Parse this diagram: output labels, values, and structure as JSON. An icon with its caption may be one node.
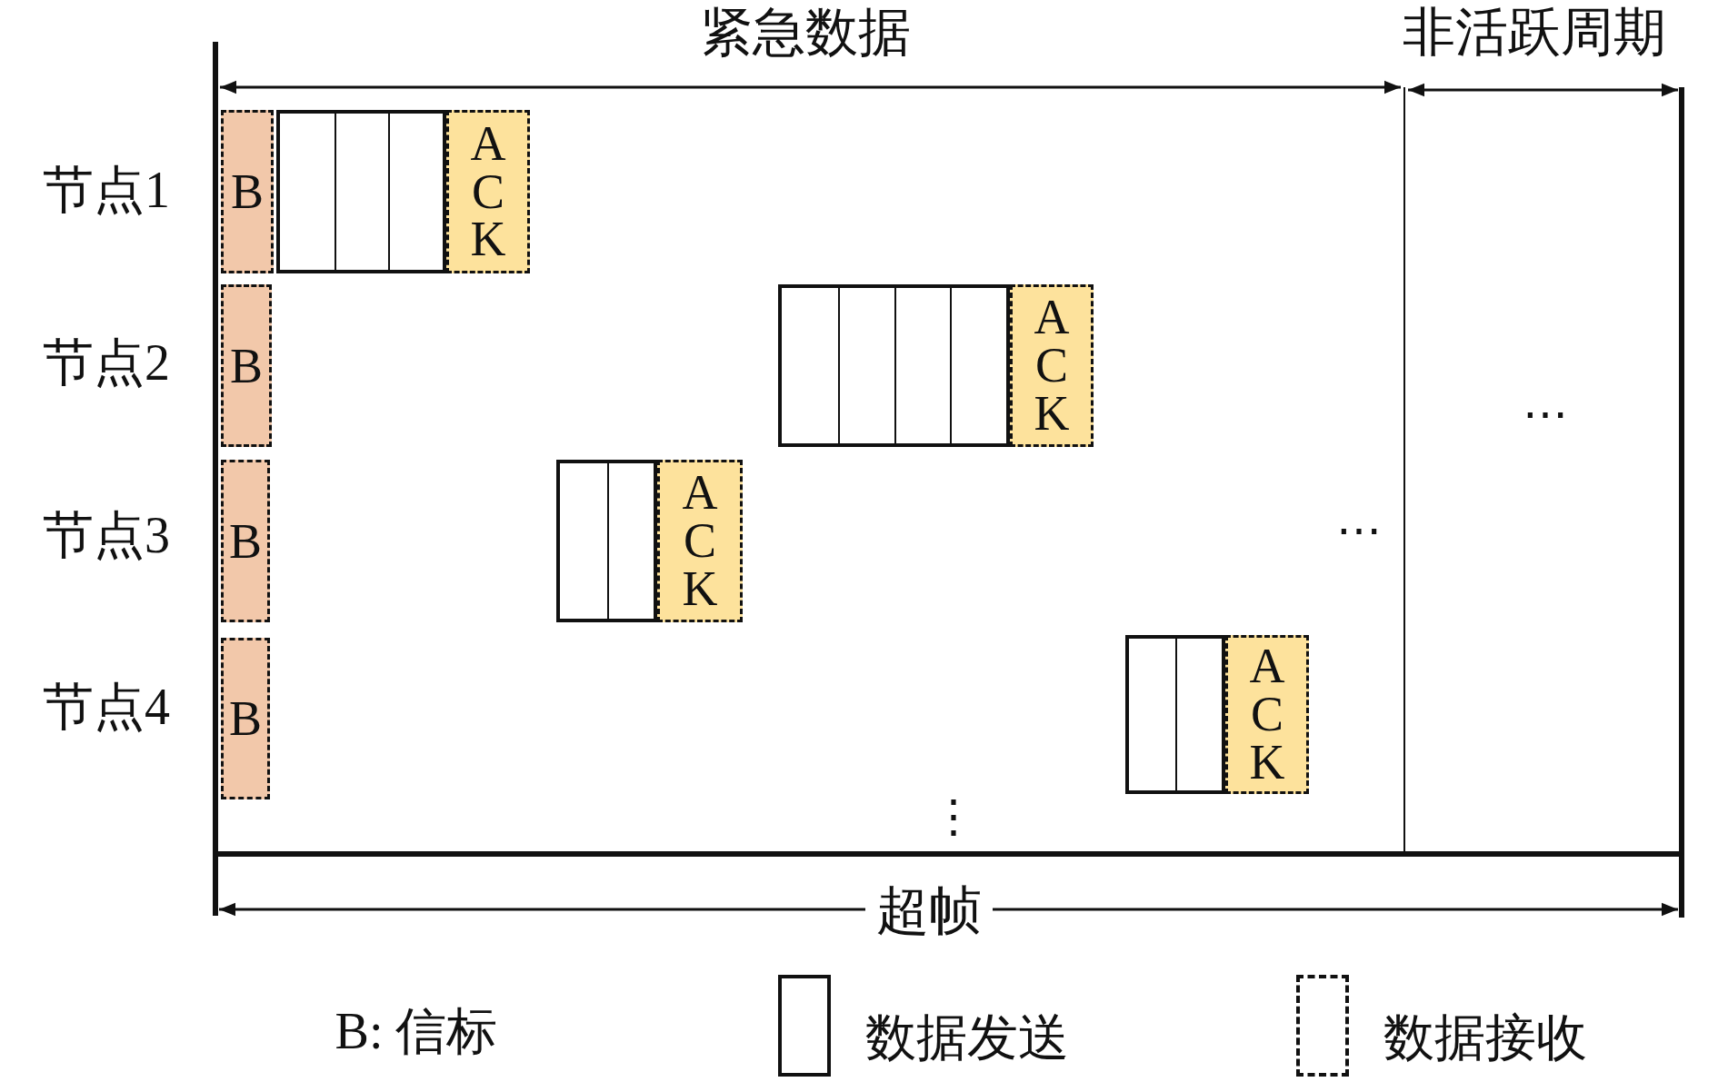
{
  "diagram": {
    "nodes": [
      {
        "text": [
          "B"
        ]
      },
      {
        "text": [],
        "shape": "box"
      },
      {
        "text": [
          "ACK"
        ]
      },
      {
        "text": [
          "B"
        ]
      },
      {
        "text": [],
        "shape": "box"
      },
      {
        "text": [
          "ACK"
        ]
      },
      {
        "text": [
          "B"
        ]
      },
      {
        "text": [],
        "shape": "box"
      },
      {
        "text": [
          "ACK"
        ]
      },
      {
        "text": [
          "B"
        ]
      },
      {
        "text": [],
        "shape": "box"
      },
      {
        "text": [
          "ACK"
        ]
      }
    ],
    "labels": [
      "紧急数据",
      "非活跃周期",
      "节点1",
      "节点2",
      "⋯",
      "节点3",
      "⋯",
      "节点4",
      "⋮",
      "超帧",
      "B: 信标"
    ],
    "legend": [
      {
        "text": "数据发送"
      },
      {
        "text": "数据接收"
      }
    ]
  }
}
